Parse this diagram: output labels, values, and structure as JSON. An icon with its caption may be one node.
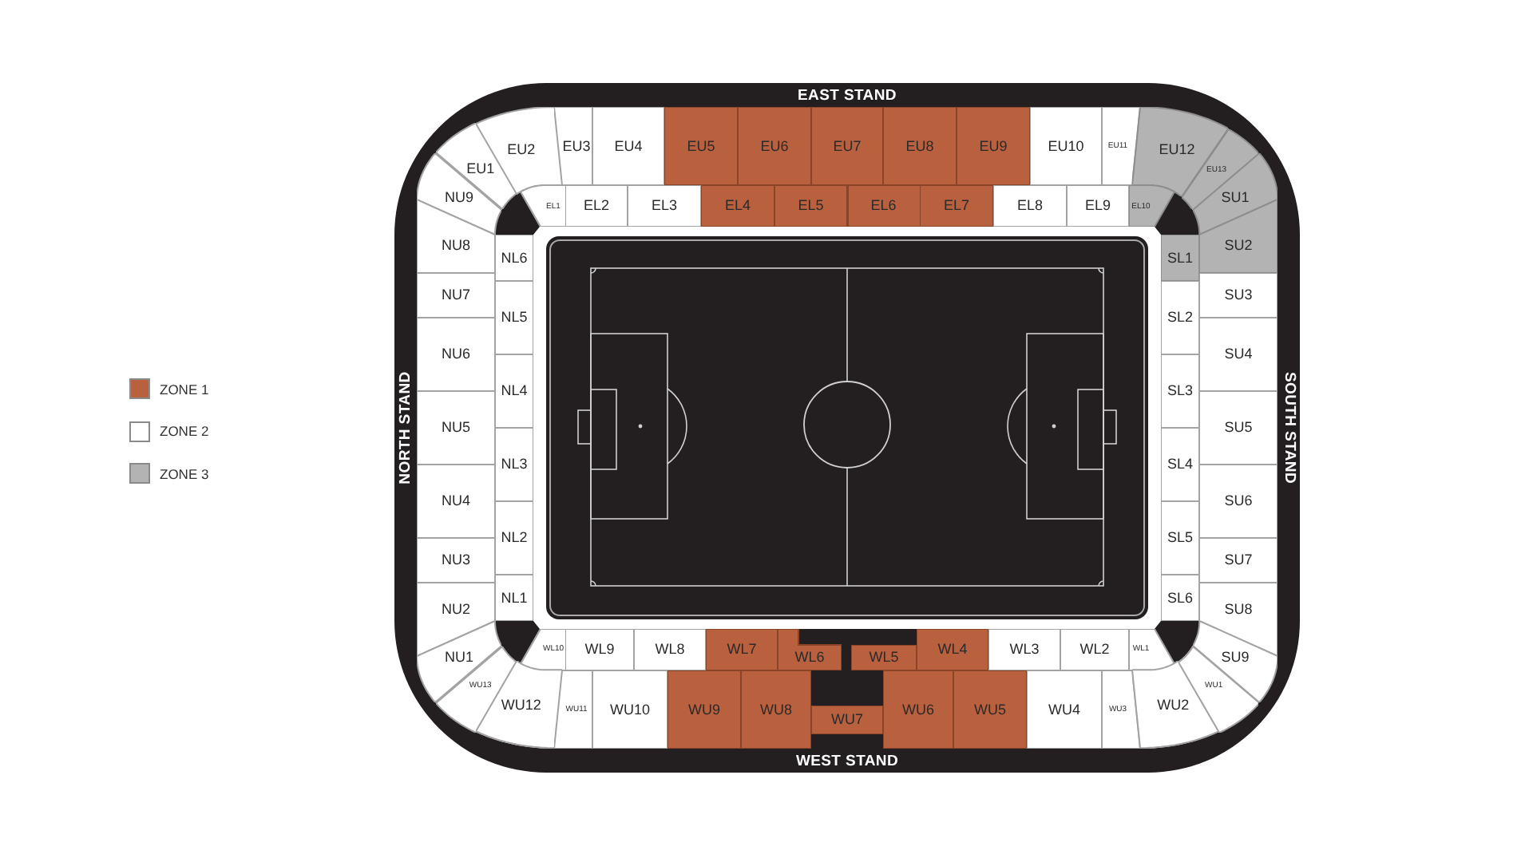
{
  "diagram": {
    "nodes": [
      {
        "text": [
          "EU1"
        ]
      },
      {
        "text": [
          "EU2"
        ]
      },
      {
        "text": [
          "EU3"
        ]
      },
      {
        "text": [
          "EU4"
        ]
      },
      {
        "text": [
          "EU5"
        ]
      },
      {
        "text": [
          "EU6"
        ]
      },
      {
        "text": [
          "EU7"
        ]
      },
      {
        "text": [
          "EU8"
        ]
      },
      {
        "text": [
          "EU9"
        ]
      },
      {
        "text": [
          "EU10"
        ]
      },
      {
        "text": [
          "EU11"
        ]
      },
      {
        "text": [
          "EU12"
        ]
      },
      {
        "text": [
          "EU13"
        ]
      },
      {
        "text": [
          "EL1"
        ]
      },
      {
        "text": [
          "EL2"
        ]
      },
      {
        "text": [
          "EL3"
        ]
      },
      {
        "text": [
          "EL4"
        ]
      },
      {
        "text": [
          "EL5"
        ]
      },
      {
        "text": [
          "EL6"
        ]
      },
      {
        "text": [
          "EL7"
        ]
      },
      {
        "text": [
          "EL8"
        ]
      },
      {
        "text": [
          "EL9"
        ]
      },
      {
        "text": [
          "EL10"
        ]
      },
      {
        "text": [
          "NU9"
        ]
      },
      {
        "text": [
          "NU8"
        ]
      },
      {
        "text": [
          "NU7"
        ]
      },
      {
        "text": [
          "NU6"
        ]
      },
      {
        "text": [
          "NU5"
        ]
      },
      {
        "text": [
          "NU4"
        ]
      },
      {
        "text": [
          "NU3"
        ]
      },
      {
        "text": [
          "NU2"
        ]
      },
      {
        "text": [
          "NU1"
        ]
      },
      {
        "text": [
          "NL6"
        ]
      },
      {
        "text": [
          "NL5"
        ]
      },
      {
        "text": [
          "NL4"
        ]
      },
      {
        "text": [
          "NL3"
        ]
      },
      {
        "text": [
          "NL2"
        ]
      },
      {
        "text": [
          "NL1"
        ]
      },
      {
        "text": [
          "SU1"
        ]
      },
      {
        "text": [
          "SU2"
        ]
      },
      {
        "text": [
          "SU3"
        ]
      },
      {
        "text": [
          "SU4"
        ]
      },
      {
        "text": [
          "SU5"
        ]
      },
      {
        "text": [
          "SU6"
        ]
      },
      {
        "text": [
          "SU7"
        ]
      },
      {
        "text": [
          "SU8"
        ]
      },
      {
        "text": [
          "SU9"
        ]
      },
      {
        "text": [
          "SL1"
        ]
      },
      {
        "text": [
          "SL2"
        ]
      },
      {
        "text": [
          "SL3"
        ]
      },
      {
        "text": [
          "SL4"
        ]
      },
      {
        "text": [
          "SL5"
        ]
      },
      {
        "text": [
          "SL6"
        ]
      },
      {
        "text": [
          "WL10"
        ]
      },
      {
        "text": [
          "WL9"
        ]
      },
      {
        "text": [
          "WL8"
        ]
      },
      {
        "text": [
          "WL7"
        ]
      },
      {
        "text": [
          "WL6"
        ]
      },
      {
        "text": [
          "WL5"
        ]
      },
      {
        "text": [
          "WL4"
        ]
      },
      {
        "text": [
          "WL3"
        ]
      },
      {
        "text": [
          "WL2"
        ]
      },
      {
        "text": [
          "WL1"
        ]
      },
      {
        "text": [
          "WU13"
        ]
      },
      {
        "text": [
          "WU12"
        ]
      },
      {
        "text": [
          "WU11"
        ]
      },
      {
        "text": [
          "WU10"
        ]
      },
      {
        "text": [
          "WU9"
        ]
      },
      {
        "text": [
          "WU8"
        ]
      },
      {
        "text": [
          "WU7"
        ]
      },
      {
        "text": [
          "WU6"
        ]
      },
      {
        "text": [
          "WU5"
        ]
      },
      {
        "text": [
          "WU4"
        ]
      },
      {
        "text": [
          "WU3"
        ]
      },
      {
        "text": [
          "WU2"
        ]
      },
      {
        "text": [
          "WU1"
        ]
      }
    ],
    "labels": [
      "EAST STAND",
      "NORTH STAND",
      "SOUTH STAND",
      "WEST STAND"
    ],
    "legend": [
      {
        "text": "ZONE 1",
        "color": "#b9603f"
      },
      {
        "text": "ZONE 2",
        "color": "#ffffff"
      },
      {
        "text": "ZONE 3",
        "color": "#b3b3b3"
      }
    ]
  }
}
